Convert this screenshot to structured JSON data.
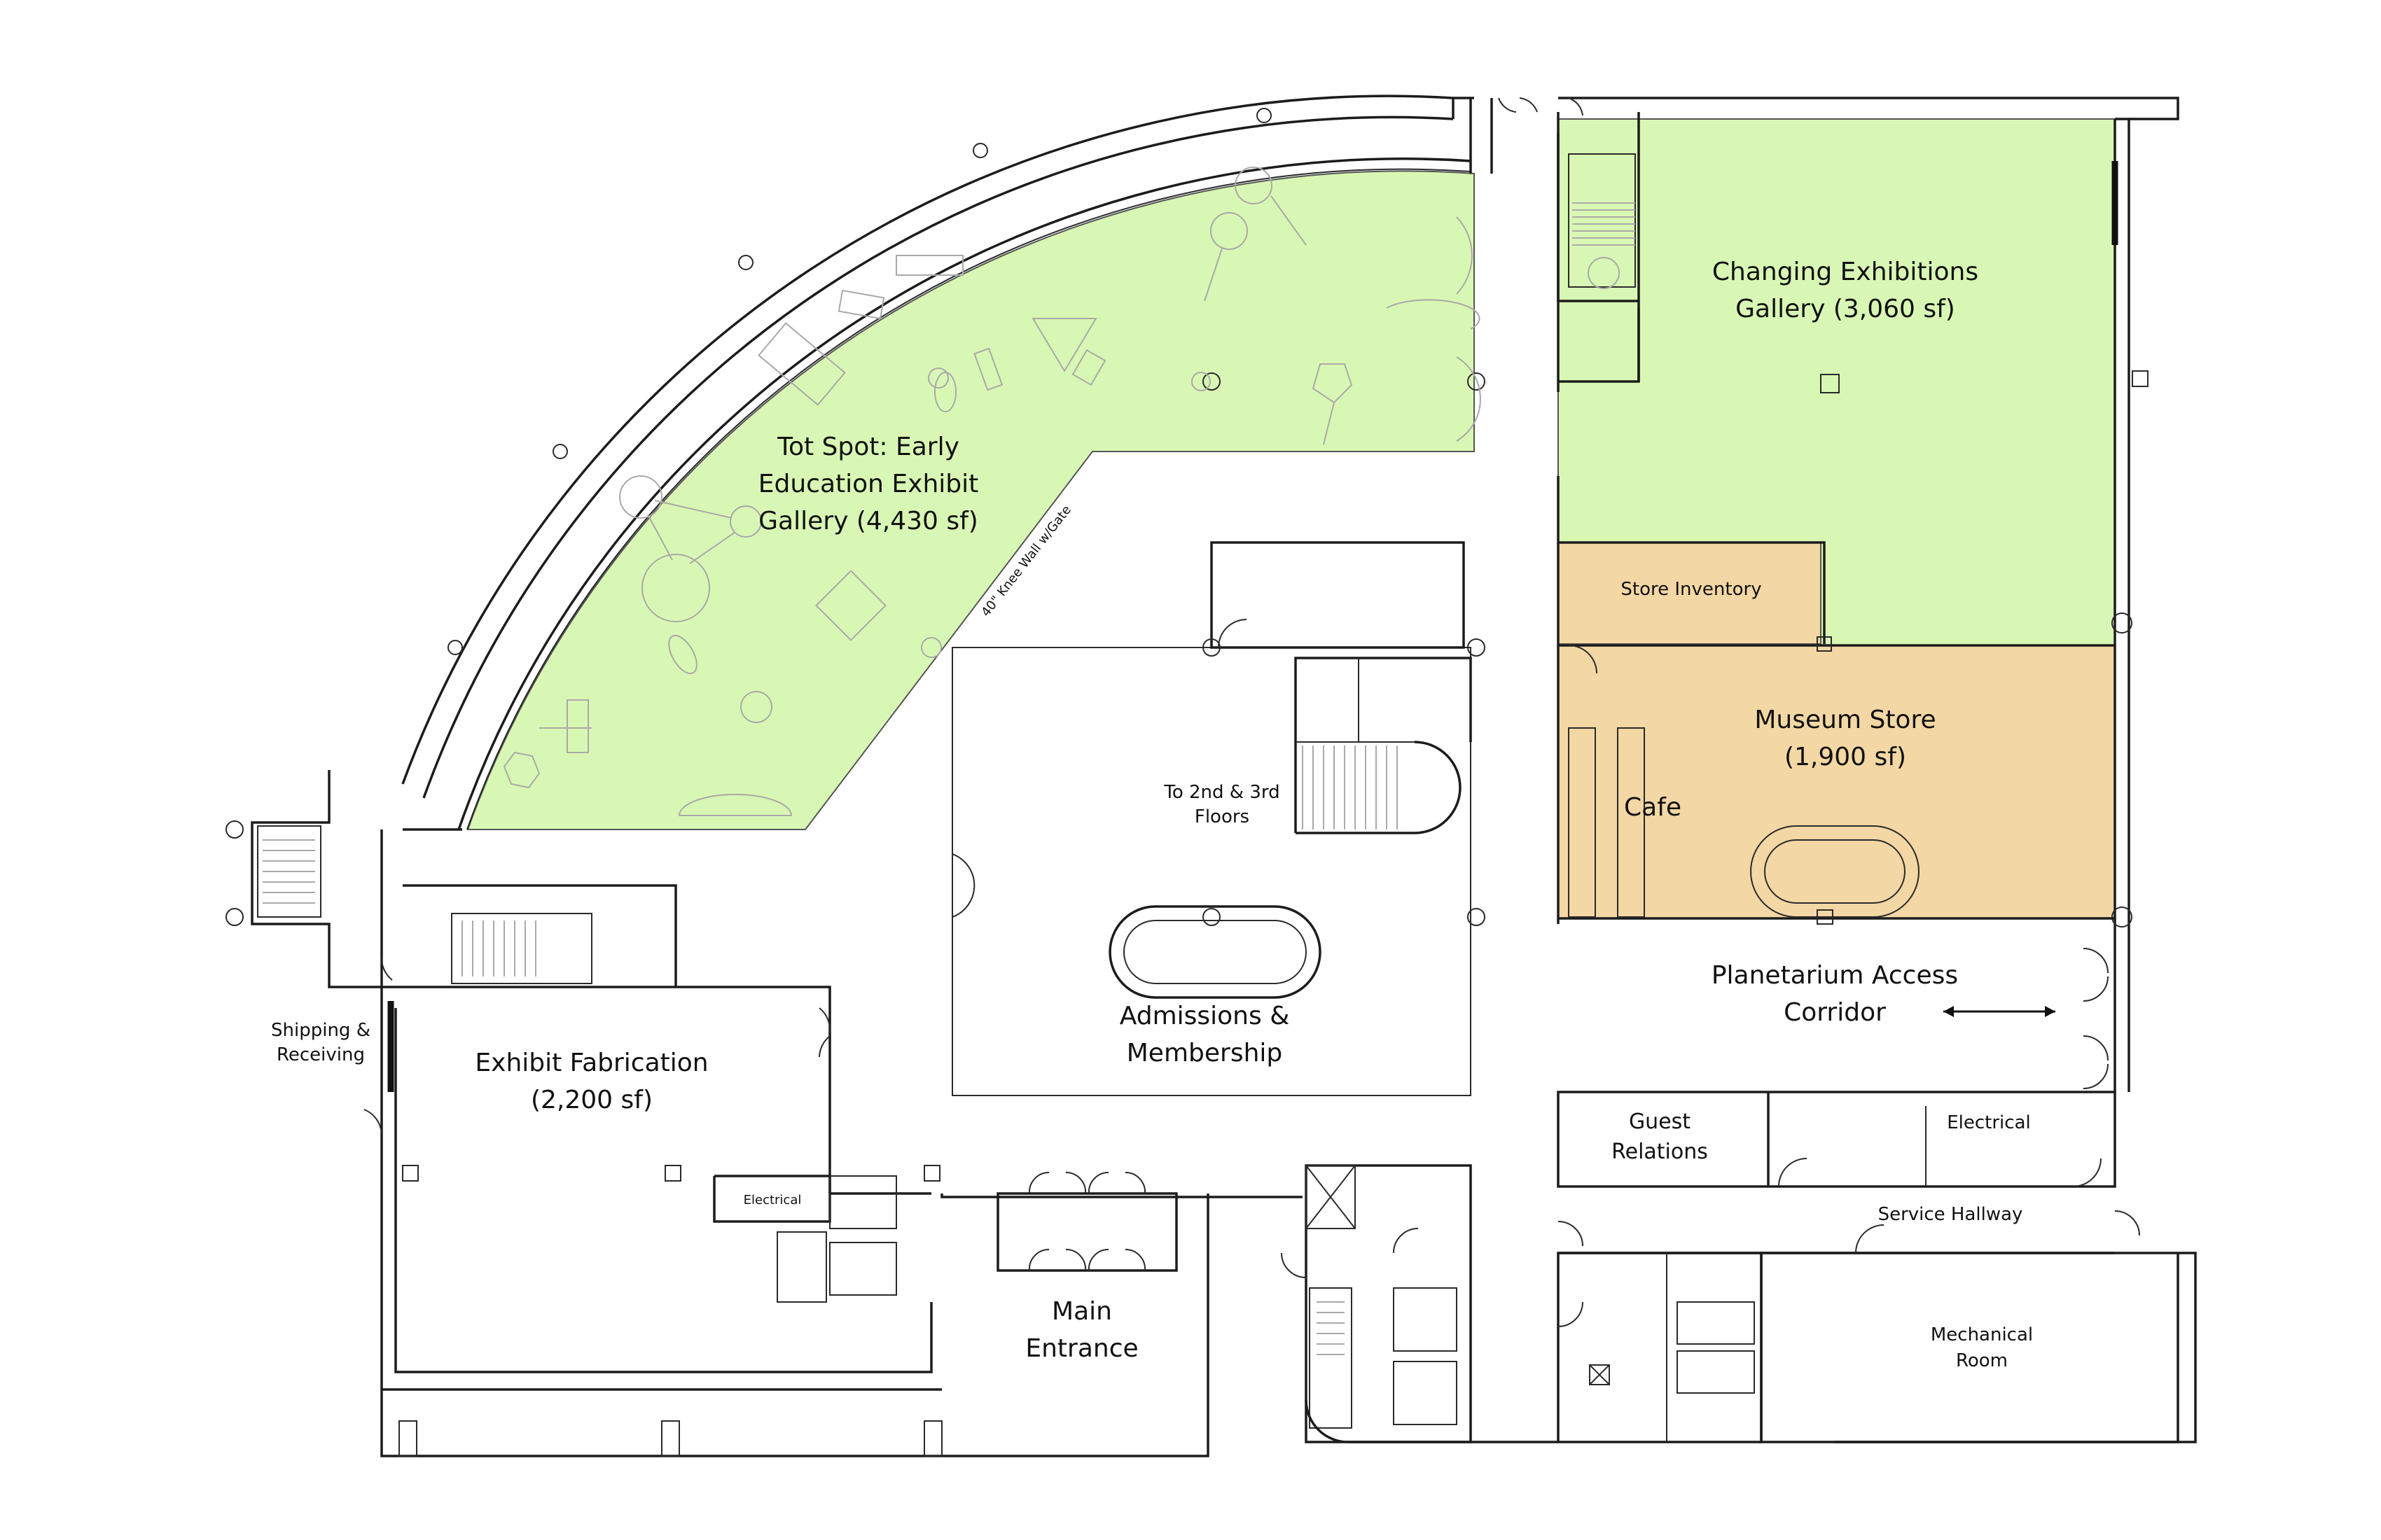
{
  "colors": {
    "gallery_green": "#d9f7b4",
    "store_tan": "#f3d7a4",
    "wall": "#1c1c1c",
    "furniture": "#a9a9a9"
  },
  "rooms": {
    "tot_spot": {
      "line1": "Tot Spot: Early",
      "line2": "Education Exhibit",
      "line3": "Gallery (4,430 sf)"
    },
    "knee_wall": "40\" Knee Wall w/Gate",
    "changing": {
      "line1": "Changing Exhibitions",
      "line2": "Gallery (3,060 sf)"
    },
    "store_inventory": "Store Inventory",
    "museum_store": {
      "line1": "Museum Store",
      "line2": "(1,900 sf)"
    },
    "cafe": "Cafe",
    "stairs_up": {
      "line1": "To 2nd & 3rd",
      "line2": "Floors"
    },
    "admissions": {
      "line1": "Admissions &",
      "line2": "Membership"
    },
    "planetarium": {
      "line1": "Planetarium Access",
      "line2": "Corridor"
    },
    "shipping": {
      "line1": "Shipping &",
      "line2": "Receiving"
    },
    "exhibit_fab": {
      "line1": "Exhibit Fabrication",
      "line2": "(2,200 sf)"
    },
    "electrical_small": "Electrical",
    "main_entrance": {
      "line1": "Main",
      "line2": "Entrance"
    },
    "guest_relations": {
      "line1": "Guest",
      "line2": "Relations"
    },
    "electrical_right": "Electrical",
    "service_hallway": "Service Hallway",
    "mechanical": {
      "line1": "Mechanical",
      "line2": "Room"
    }
  }
}
